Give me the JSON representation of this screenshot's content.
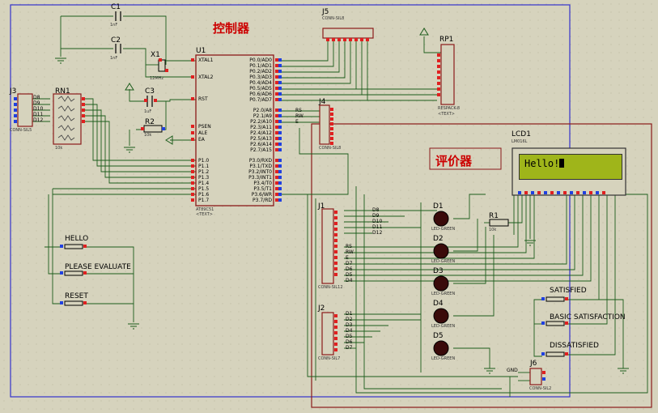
{
  "titles": {
    "controller": "控制器",
    "evaluator": "评价器"
  },
  "refs": {
    "c1": "C1",
    "c2": "C2",
    "x1": "X1",
    "c3": "C3",
    "r2": "R2",
    "u1": "U1",
    "j3": "J3",
    "rn1": "RN1",
    "j5": "J5",
    "rp1": "RP1",
    "j4": "J4",
    "lcd1": "LCD1",
    "j1": "J1",
    "j2": "J2",
    "r1": "R1",
    "d1": "D1",
    "d2": "D2",
    "d3": "D3",
    "d4": "D4",
    "d5": "D5",
    "j6": "J6"
  },
  "parts": {
    "c1_val": "1nF",
    "c2_val": "1nF",
    "x1_val": "12MHz",
    "c3_val": "1uF",
    "r2_val": "10k",
    "u1_part": "AT89C51",
    "j3_part": "CONN-SIL5",
    "rn1_val": "10k",
    "j5_part": "CONN-SIL8",
    "rp1_part": "RESPACK-8",
    "j4_part": "CONN-SIL8",
    "lcd_part": "LM016L",
    "j1_part": "CONN-SIL12",
    "j2_part": "CONN-SIL7",
    "r1_val": "10k",
    "led_part": "LED-GREEN",
    "j6_part": "CONN-SIL2",
    "gnd": "GND",
    "text_tag": "<TEXT>"
  },
  "u1_pins": {
    "left_top": [
      "XTAL1",
      "XTAL2",
      "RST",
      "PSEN",
      "ALE",
      "EA"
    ],
    "left_p1": [
      "P1.0",
      "P1.1",
      "P1.2",
      "P1.3",
      "P1.4",
      "P1.5",
      "P1.6",
      "P1.7"
    ],
    "right_p0": [
      "P0.0/AD0",
      "P0.1/AD1",
      "P0.2/AD2",
      "P0.3/AD3",
      "P0.4/AD4",
      "P0.5/AD5",
      "P0.6/AD6",
      "P0.7/AD7"
    ],
    "right_p2": [
      "P2.0/A8",
      "P2.1/A9",
      "P2.2/A10",
      "P2.3/A11",
      "P2.4/A12",
      "P2.5/A13",
      "P2.6/A14",
      "P2.7/A15"
    ],
    "right_p3": [
      "P3.0/RXD",
      "P3.1/TXD",
      "P3.2/INT0",
      "P3.3/INT1",
      "P3.4/T0",
      "P3.5/T1",
      "P3.6/WR",
      "P3.7/RD"
    ]
  },
  "net_labels": {
    "j3": [
      "D8",
      "D9",
      "D10",
      "D11",
      "D12"
    ],
    "j4": [
      "RS",
      "RW",
      "E"
    ],
    "j1_top": [
      "D8",
      "D9",
      "D10",
      "D11",
      "D12"
    ],
    "j1_bottom": [
      "RS",
      "RW",
      "E",
      "D7",
      "D6",
      "D5",
      "D4"
    ],
    "j2": [
      "D1",
      "D2",
      "D3",
      "D4",
      "D5",
      "D6",
      "D7"
    ]
  },
  "lcd": {
    "text": "Hello!"
  },
  "buttons": {
    "hello": "HELLO",
    "please": "PLEASE EVALUATE",
    "reset": "RESET",
    "satisfied": "SATISFIED",
    "basic": "BASIC SATISFACTION",
    "dissatisfied": "DISSATISFIED"
  },
  "colors": {
    "wire": "#1c5c1c",
    "border_blue": "#3333cc",
    "border_red": "#8b1a1a",
    "title_red": "#cc0000",
    "lcd_green": "#9fb51a",
    "led_body": "#3a0a0a",
    "pin_red": "#e02020",
    "pin_blue": "#2040e0"
  }
}
